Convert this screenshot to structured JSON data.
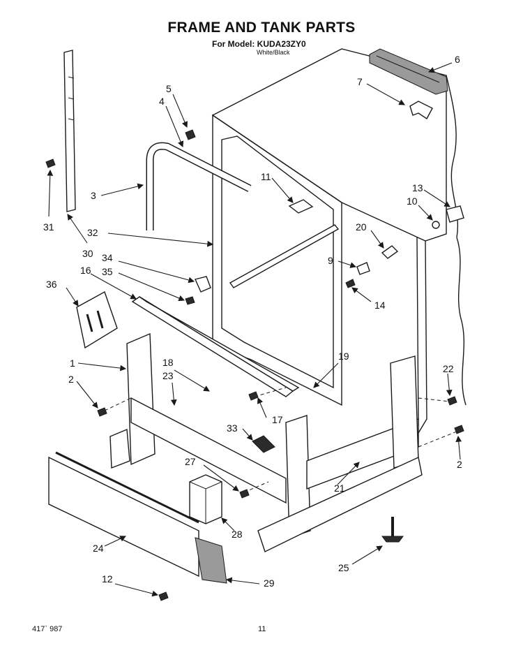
{
  "header": {
    "title": "FRAME AND TANK PARTS",
    "model": "For Model: KUDA23ZY0",
    "color": "White/Black"
  },
  "footer": {
    "doc_number": "417` 987",
    "page_number": "11"
  },
  "callouts": [
    "1",
    "2",
    "2",
    "3",
    "4",
    "5",
    "6",
    "7",
    "9",
    "10",
    "11",
    "12",
    "13",
    "14",
    "16",
    "17",
    "18",
    "19",
    "20",
    "21",
    "22",
    "23",
    "24",
    "25",
    "27",
    "28",
    "29",
    "30",
    "31",
    "32",
    "33",
    "34",
    "35",
    "36"
  ]
}
